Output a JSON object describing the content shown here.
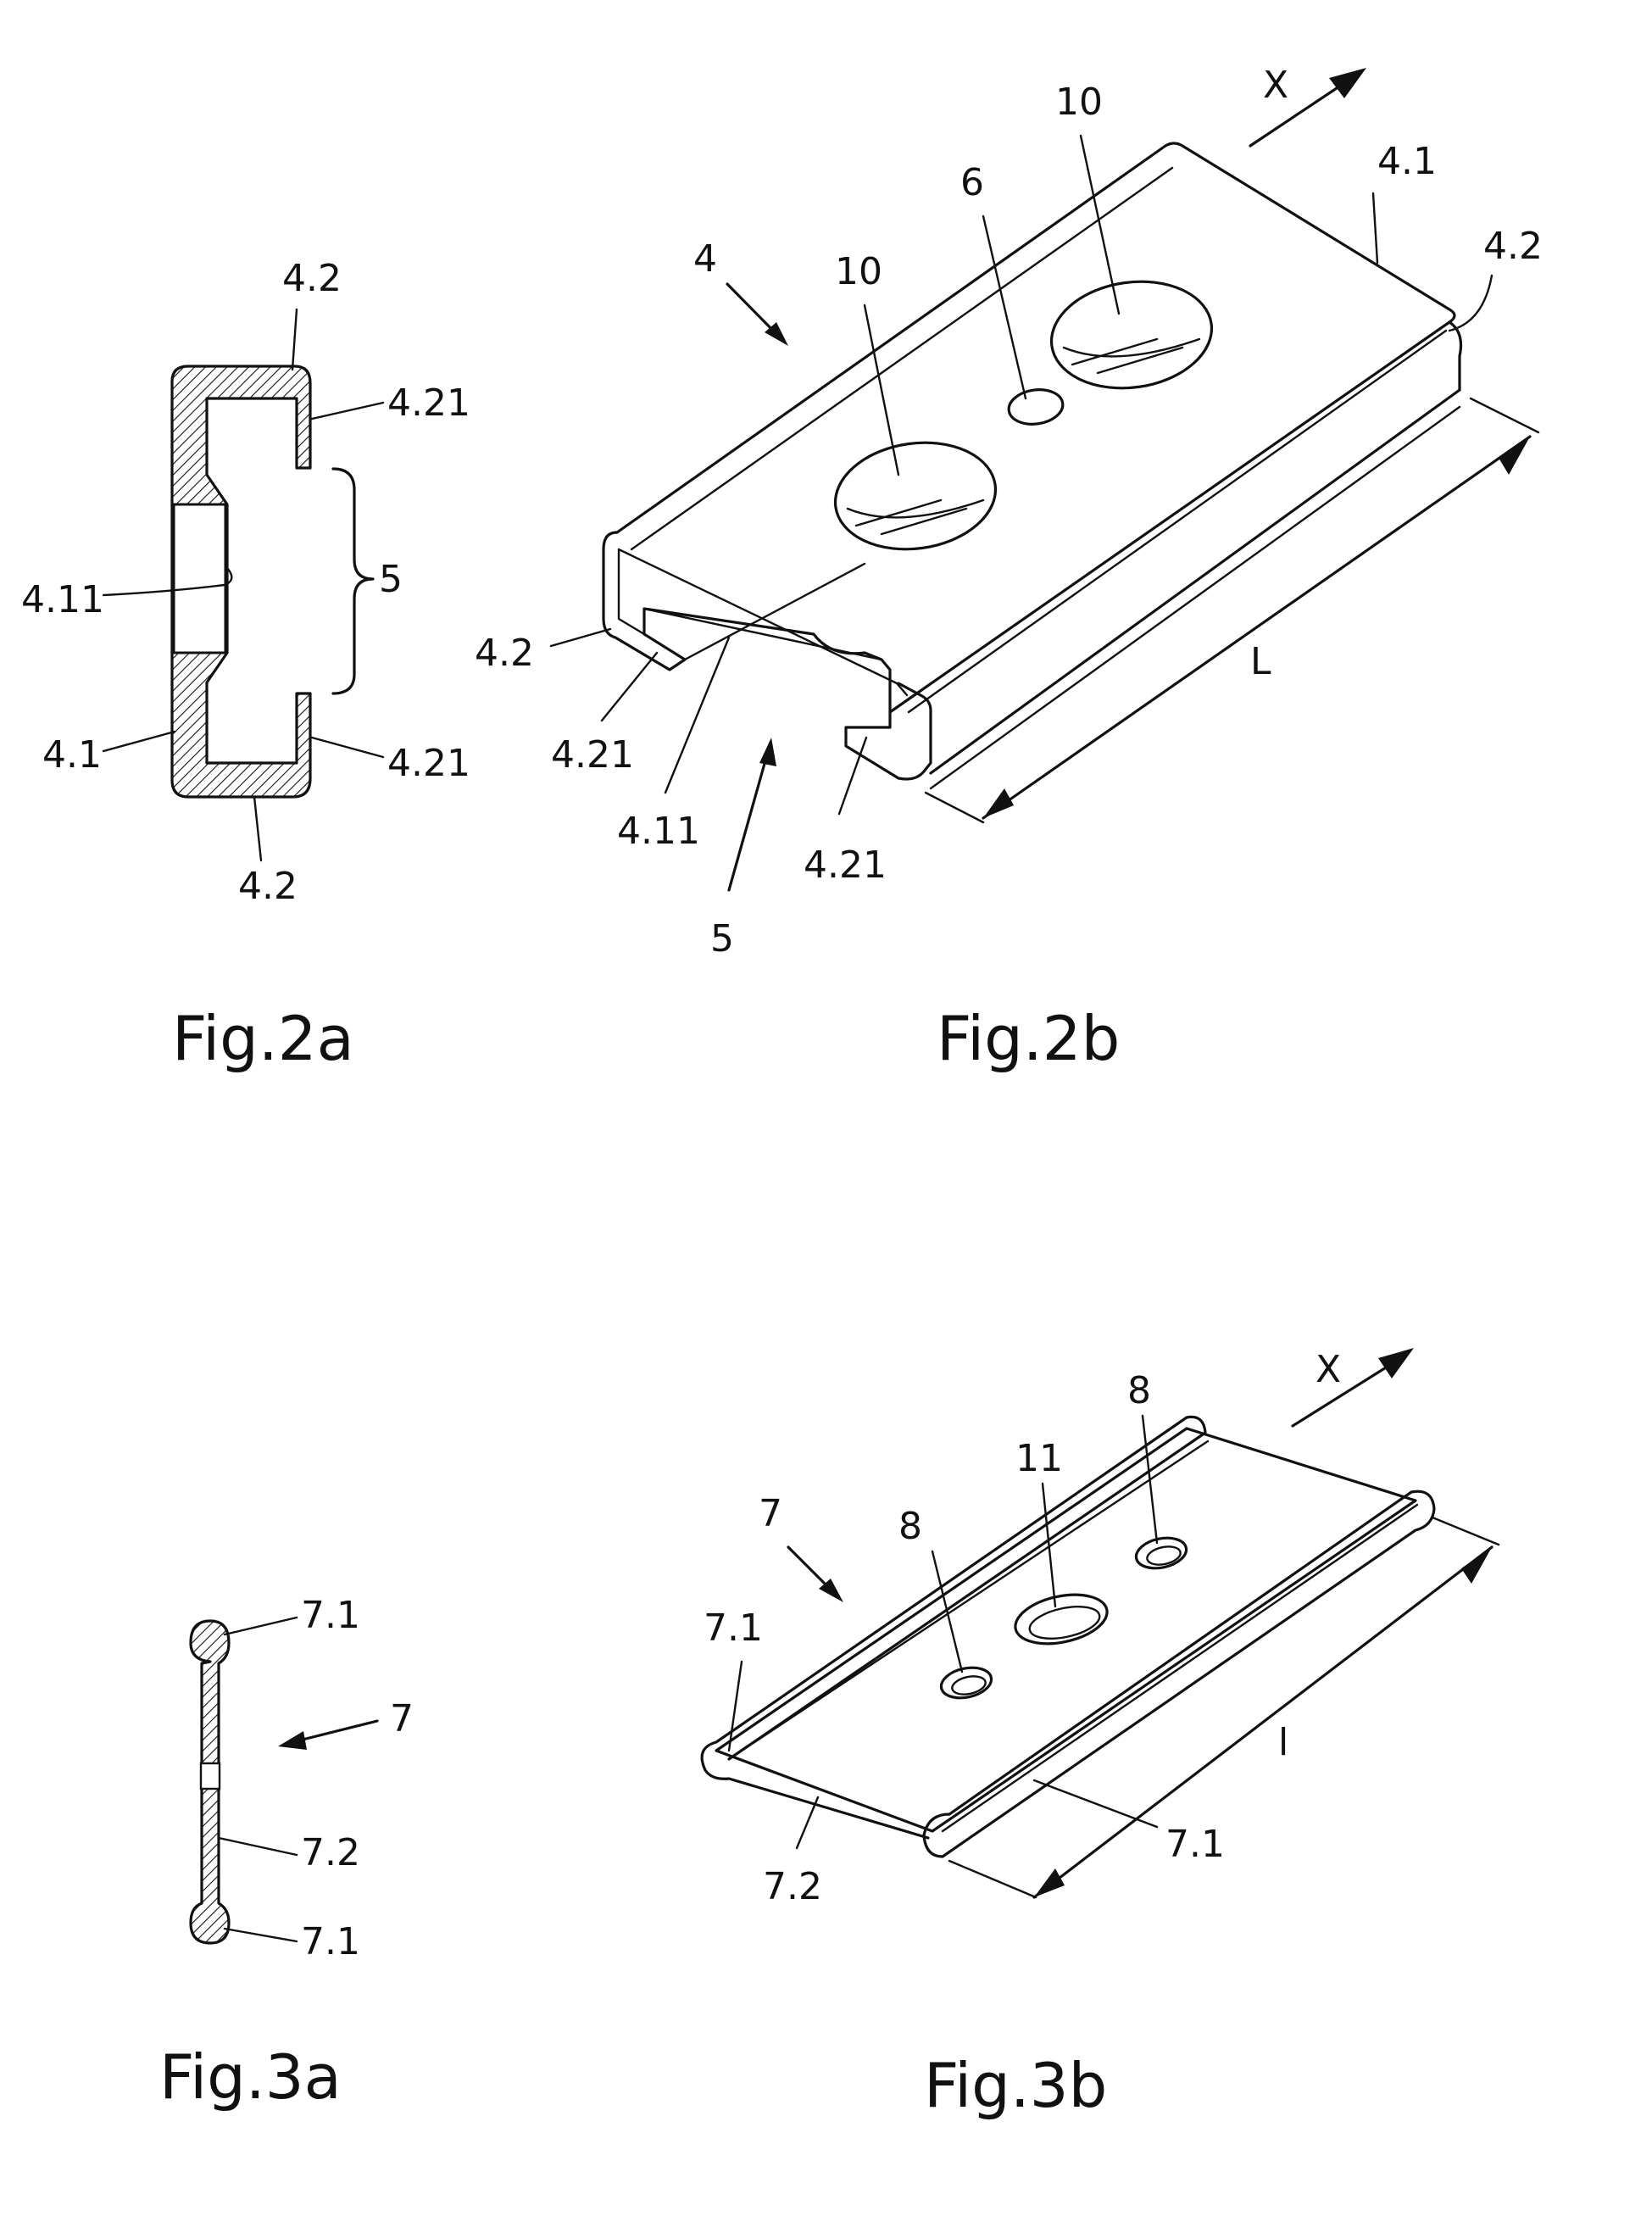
{
  "fig2a": {
    "caption": "Fig.2a",
    "labels": {
      "top_web": "4.2",
      "top_flange": "4.21",
      "bead": "4.11",
      "opening": "5",
      "base": "4.1",
      "bottom_flange": "4.21",
      "bottom_web": "4.2"
    }
  },
  "fig2b": {
    "caption": "Fig.2b",
    "labels": {
      "direction": "X",
      "hole_right": "10",
      "base": "4.1",
      "web_right": "4.2",
      "hole_small": "6",
      "hole_left": "10",
      "profile": "4",
      "web_left": "4.2",
      "flange_left": "4.21",
      "bead": "4.11",
      "flange_right": "4.21",
      "opening": "5",
      "length": "L"
    }
  },
  "fig3a": {
    "caption": "Fig.3a",
    "labels": {
      "top_bulb": "7.1",
      "strip": "7",
      "web": "7.2",
      "bottom_bulb": "7.1"
    }
  },
  "fig3b": {
    "caption": "Fig.3b",
    "labels": {
      "direction": "X",
      "hole_right": "8",
      "hole_center": "11",
      "hole_left": "8",
      "strip": "7",
      "bulb_left": "7.1",
      "bulb_right": "7.1",
      "web": "7.2",
      "length": "l"
    }
  }
}
